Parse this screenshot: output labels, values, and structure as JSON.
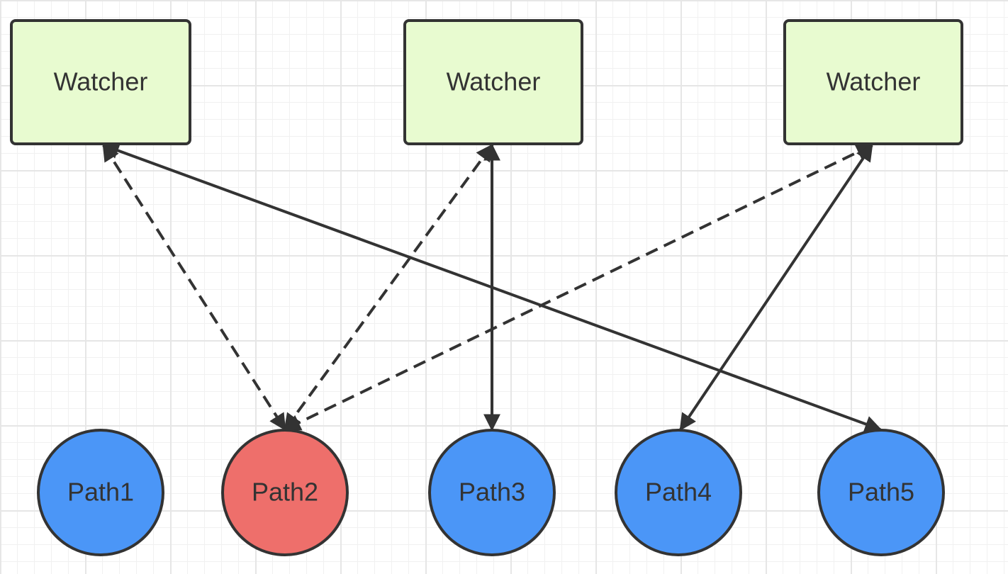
{
  "colors": {
    "watcher_fill": "#e8fbd0",
    "stroke": "#333333",
    "path_blue": "#4b96f7",
    "path_red": "#ee6f6b"
  },
  "watchers": [
    {
      "id": "w1",
      "label": "Watcher"
    },
    {
      "id": "w2",
      "label": "Watcher"
    },
    {
      "id": "w3",
      "label": "Watcher"
    }
  ],
  "paths": [
    {
      "id": "p1",
      "label": "Path1",
      "highlight": false
    },
    {
      "id": "p2",
      "label": "Path2",
      "highlight": true
    },
    {
      "id": "p3",
      "label": "Path3",
      "highlight": false
    },
    {
      "id": "p4",
      "label": "Path4",
      "highlight": false
    },
    {
      "id": "p5",
      "label": "Path5",
      "highlight": false
    }
  ],
  "edges": [
    {
      "from": "w1",
      "to": "p2",
      "style": "dashed",
      "bidirectional": true
    },
    {
      "from": "w1",
      "to": "p5",
      "style": "solid",
      "bidirectional": true
    },
    {
      "from": "w2",
      "to": "p2",
      "style": "dashed",
      "bidirectional": true
    },
    {
      "from": "w2",
      "to": "p3",
      "style": "solid",
      "bidirectional": true
    },
    {
      "from": "w3",
      "to": "p2",
      "style": "dashed",
      "bidirectional": true
    },
    {
      "from": "w3",
      "to": "p4",
      "style": "solid",
      "bidirectional": true
    }
  ]
}
